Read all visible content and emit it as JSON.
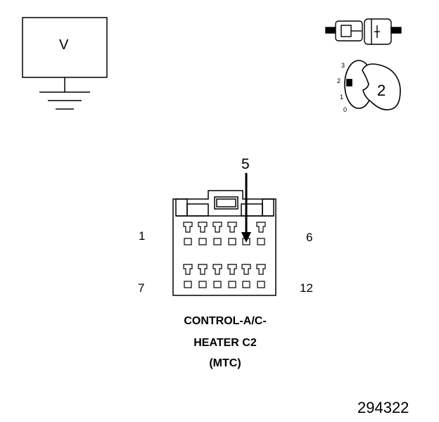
{
  "meter": {
    "label": "V"
  },
  "connector": {
    "pins": {
      "top_left": "1",
      "top_right": "6",
      "bottom_left": "7",
      "bottom_right": "12"
    },
    "callout_pin": "5",
    "title_lines": [
      "CONTROL-A/C-",
      "HEATER C2",
      "(MTC)"
    ]
  },
  "selector": {
    "positions": [
      "3",
      "2",
      "1",
      "0"
    ],
    "value": "2"
  },
  "figure_number": "294322"
}
